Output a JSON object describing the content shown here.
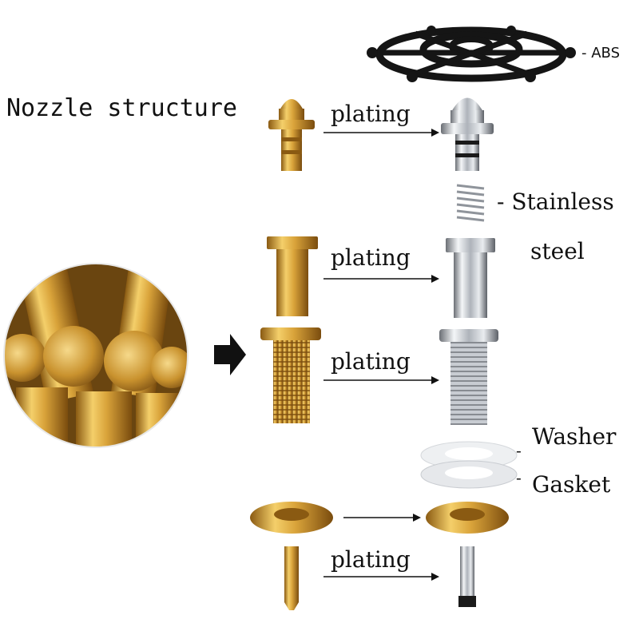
{
  "title": "Nozzle structure",
  "steps": [
    {
      "label": "plating"
    },
    {
      "label": "plating"
    },
    {
      "label": "plating"
    },
    {
      "label": "plating"
    }
  ],
  "materials": {
    "top": "- ABS",
    "spring_line1": "- Stainless",
    "spring_line2": "steel",
    "washer": "Washer",
    "washer_dash": "-",
    "gasket": "Gasket",
    "gasket_dash": "-"
  },
  "colors": {
    "brass": "#d4a23c",
    "chrome": "#c8ccd2",
    "abs": "#151515"
  },
  "icons": [
    "brass-rods-photo",
    "right-arrow-icon",
    "wheel-cap",
    "spring",
    "washer",
    "gasket"
  ]
}
